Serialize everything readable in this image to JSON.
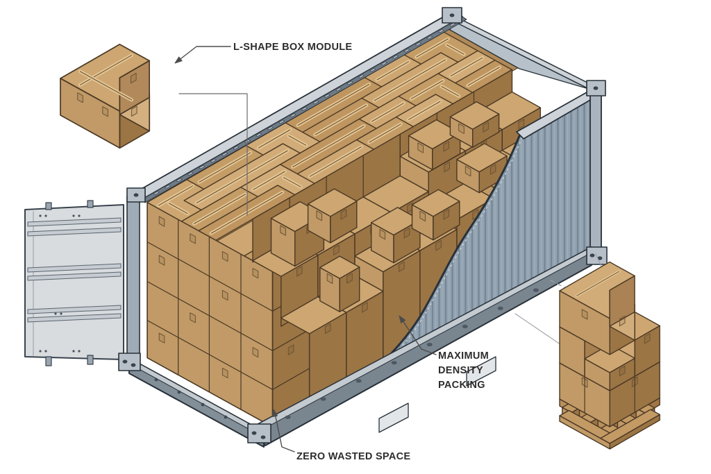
{
  "annotations": {
    "module_label": "L-SHAPE BOX MODULE",
    "density_label_lines": [
      "MAXIMUM",
      "DENSITY",
      "PACKING"
    ],
    "space_label": "ZERO WASTED SPACE"
  },
  "colors": {
    "background": "#ffffff",
    "cardboard_top": "#cda671",
    "cardboard_top_alt1": "#c49c66",
    "cardboard_top_alt2": "#d2ac78",
    "cardboard_top_alt3": "#bf9560",
    "cardboard_light": "#c19a67",
    "cardboard_mid": "#b08a58",
    "cardboard_dark": "#9c7545",
    "cardboard_deep": "#8a6740",
    "cardboard_outline": "#4a3824",
    "tape_light": "#e4c795",
    "tape_dark": "#6b5232",
    "container_light": "#cdd3d8",
    "container_mid": "#93a3b1",
    "container_corrugation": "#5f7181",
    "container_post": "#aab4be",
    "container_dark": "#39434d",
    "container_outline": "#273038",
    "rail_dark": "#79858f",
    "door_fill": "#d8dcdf",
    "door_band": "#c6ccd1",
    "label_text": "#2d2d2d",
    "leader": "#4c4c4c",
    "projection": "#9aa0a6"
  }
}
